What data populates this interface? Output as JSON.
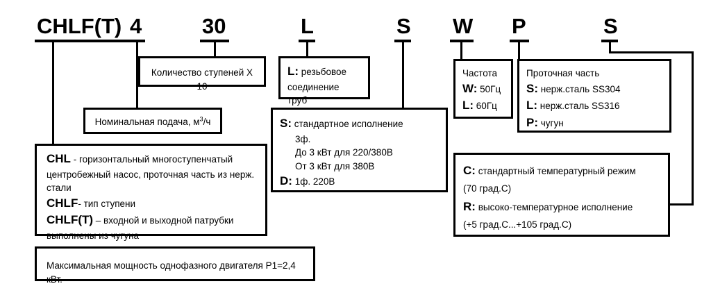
{
  "diagram": {
    "title_code": "CHLF(T) 4 30 L S W P S",
    "segments": [
      {
        "key": "model",
        "label": "CHLF(T)"
      },
      {
        "key": "flow",
        "label": "4"
      },
      {
        "key": "stages",
        "label": "30"
      },
      {
        "key": "connection",
        "label": "L"
      },
      {
        "key": "electrical",
        "label": "S"
      },
      {
        "key": "frequency",
        "label": "W"
      },
      {
        "key": "material",
        "label": "P"
      },
      {
        "key": "temperature",
        "label": "S"
      }
    ],
    "boxes": {
      "stages": {
        "text": "Количество ступеней X 10"
      },
      "flow": {
        "text_before": "Номинальная подача, м",
        "sup": "3",
        "text_after": "/ч"
      },
      "connection": {
        "code": "L:",
        "line1": " резьбовое",
        "line2": "соединение труб"
      },
      "electrical": {
        "code_s": "S:",
        "s_desc": " стандартное исполнение",
        "s_line2": "3ф.",
        "s_line3": "До 3 кВт для 220/380В",
        "s_line4": "От 3 кВт для 380В",
        "code_d": "D:",
        "d_desc": " 1ф. 220В"
      },
      "model": {
        "code_chl": "CHL",
        "chl_line1": " - горизонтальный многоступенчатый",
        "chl_line2": "центробежный насос, проточная часть из нерж.",
        "chl_line3": "стали",
        "code_chlf": "CHLF",
        "chlf_desc": "- тип ступени",
        "code_chlft": "CHLF(T)",
        "chlft_line1": " – входной и выходной патрубки",
        "chlft_line2": "выполнены из чугуна"
      },
      "maxpower": {
        "text": "Максимальная мощность однофазного двигателя P1=2,4 кВт."
      },
      "frequency": {
        "header": "Частота",
        "code_w": "W:",
        "w_desc": " 50Гц",
        "code_l": "L:",
        "l_desc": " 60Гц"
      },
      "material": {
        "header": "Проточная часть",
        "code_s": "S:",
        "s_desc": " нерж.сталь SS304",
        "code_l": "L:",
        "l_desc": " нерж.сталь SS316",
        "code_p": "P:",
        "p_desc": " чугун"
      },
      "temperature": {
        "code_c": "C:",
        "c_desc": " стандартный температурный режим",
        "c_range": "(70 град.С)",
        "code_r": "R:",
        "r_desc": " высоко-температурное исполнение",
        "r_range": "(+5 град.С...+105 град.С)"
      }
    },
    "colors": {
      "line": "#000000",
      "background": "#ffffff"
    }
  }
}
